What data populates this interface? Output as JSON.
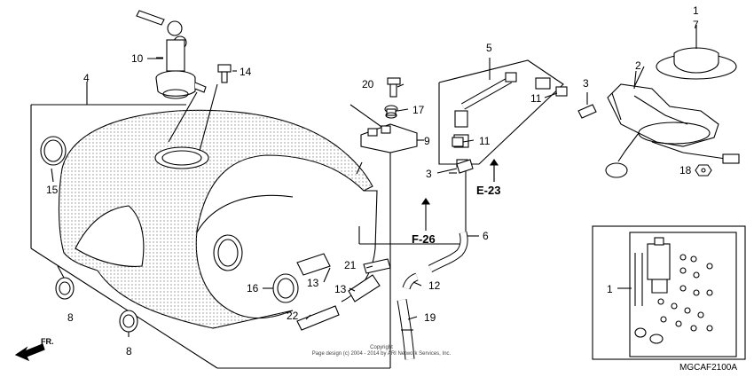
{
  "callouts": {
    "c1": "1",
    "c7": "7",
    "c2": "2",
    "c3a": "3",
    "c3b": "3",
    "c4": "4",
    "c5": "5",
    "c6": "6",
    "c8a": "8",
    "c8b": "8",
    "c9": "9",
    "c10": "10",
    "c11a": "11",
    "c11b": "11",
    "c12": "12",
    "c13a": "13",
    "c13b": "13",
    "c14": "14",
    "c15": "15",
    "c16": "16",
    "c17": "17",
    "c18": "18",
    "c19": "19",
    "c20": "20",
    "c21": "21",
    "c22": "22",
    "c1_inset": "1"
  },
  "references": {
    "e23": "E-23",
    "f26": "F-26"
  },
  "direction": {
    "front": "FR."
  },
  "copyright": {
    "line1": "Copyright",
    "line2": "Page design (c) 2004 - 2014 by ARI Network Services, Inc."
  },
  "diagram_code": "MGCAF2100A",
  "colors": {
    "line": "#000000",
    "fill": "#ffffff",
    "stipple": "#9a9a9a"
  }
}
